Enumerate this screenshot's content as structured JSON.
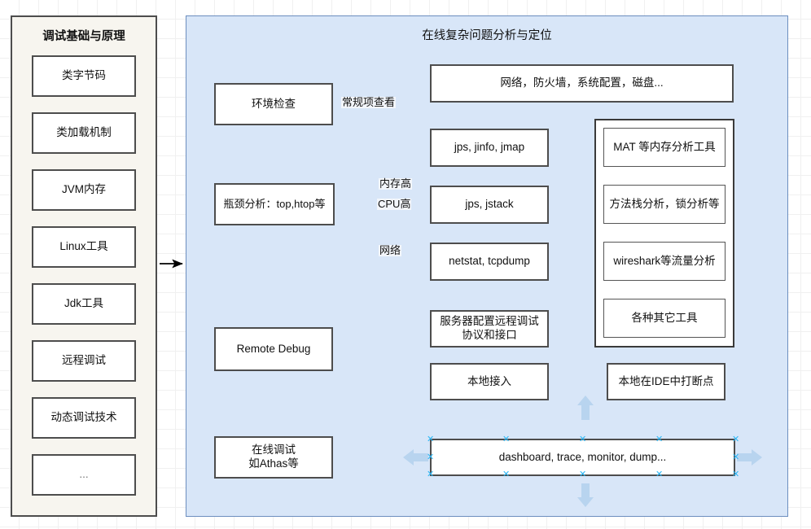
{
  "sidebar": {
    "title": "调试基础与原理",
    "items": [
      {
        "label": "类字节码"
      },
      {
        "label": "类加载机制"
      },
      {
        "label": "JVM内存"
      },
      {
        "label": "Linux工具"
      },
      {
        "label": "Jdk工具"
      },
      {
        "label": "远程调试"
      },
      {
        "label": "动态调试技术"
      },
      {
        "label": "..."
      }
    ]
  },
  "main": {
    "title": "在线复杂问题分析与定位",
    "nodes": {
      "env_check": "环境检查",
      "env_result": "网络，防火墙，系统配置，磁盘...",
      "bottleneck": "瓶颈分析：top,htop等",
      "mem_tools": "jps, jinfo, jmap",
      "cpu_tools": "jps, jstack",
      "net_tools": "netstat, tcpdump",
      "remote_debug": "Remote Debug",
      "remote_server_cfg": "服务器配置远程调试\n协议和接口",
      "local_attach": "本地接入",
      "local_ide_breakpoint": "本地在IDE中打断点",
      "online_debug": "在线调试\n如Athas等",
      "arthas_cmds": "dashboard, trace, monitor, dump..."
    },
    "tools_group": [
      {
        "label": "MAT 等内存分析工具"
      },
      {
        "label": "方法栈分析，锁分析等"
      },
      {
        "label": "wireshark等流量分析"
      },
      {
        "label": "各种其它工具"
      }
    ],
    "edge_labels": {
      "routine_check": "常规项查看",
      "memory_high": "内存高",
      "cpu_high": "CPU高",
      "network": "网络"
    }
  },
  "selection": {
    "selected_node": "arthas_cmds",
    "handle_glyph": "✕",
    "handle_color": "#29b6f6",
    "direction_arrow_color": "#b8d4ef"
  },
  "colors": {
    "canvas_bg": "#ffffff",
    "grid_minor": "#f0f0f0",
    "grid_major": "#e2e2e2",
    "sidebar_bg": "#f7f5ef",
    "sidebar_border": "#4d4d4d",
    "main_bg": "#d8e6f8",
    "main_border": "#6c8ebf",
    "node_bg": "#ffffff",
    "node_border": "#4d4d4d",
    "edge_stroke": "#000000"
  }
}
